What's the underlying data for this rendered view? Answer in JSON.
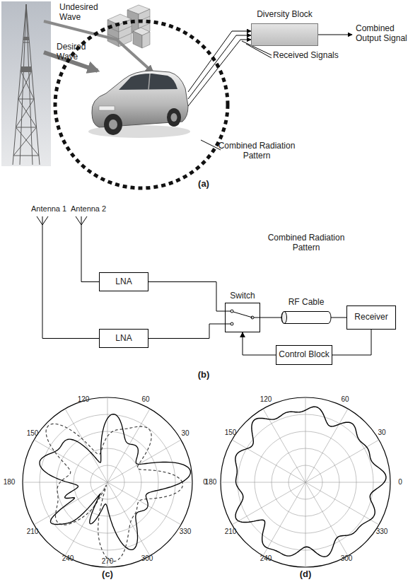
{
  "diagram": {
    "nodes": [
      {
        "text": [
          "Diversity Block"
        ]
      },
      {
        "text": [
          "LNA"
        ]
      },
      {
        "text": [
          "LNA"
        ]
      },
      {
        "text": [
          "Switch"
        ]
      },
      {
        "text": [
          "RF Cable"
        ]
      },
      {
        "text": [
          "Receiver"
        ]
      },
      {
        "text": [
          "Control Block"
        ]
      }
    ],
    "edges": [
      {
        "from": 1,
        "to": 3,
        "arrow": "none"
      },
      {
        "from": 2,
        "to": 3,
        "arrow": "none"
      },
      {
        "from": 3,
        "to": 4,
        "arrow": "none"
      },
      {
        "from": 4,
        "to": 5,
        "arrow": "none"
      },
      {
        "from": 5,
        "to": 6,
        "arrow": "none"
      },
      {
        "from": 6,
        "to": 3,
        "arrow": "to"
      }
    ],
    "labels": [
      "Undesired Wave",
      "Desired Wave",
      "Received Signals",
      "Combined Output Signal",
      "Combined Radiation Pattern",
      "(a)",
      "Antenna 1",
      "Antenna 2",
      "Combined Radiation Pattern",
      "(b)",
      "120",
      "60",
      "150",
      "30",
      "180",
      "0",
      "210",
      "330",
      "240",
      "300",
      "270",
      "(c)",
      "120",
      "60",
      "150",
      "30",
      "180",
      "0",
      "210",
      "330",
      "240",
      "300",
      "(d)"
    ]
  }
}
